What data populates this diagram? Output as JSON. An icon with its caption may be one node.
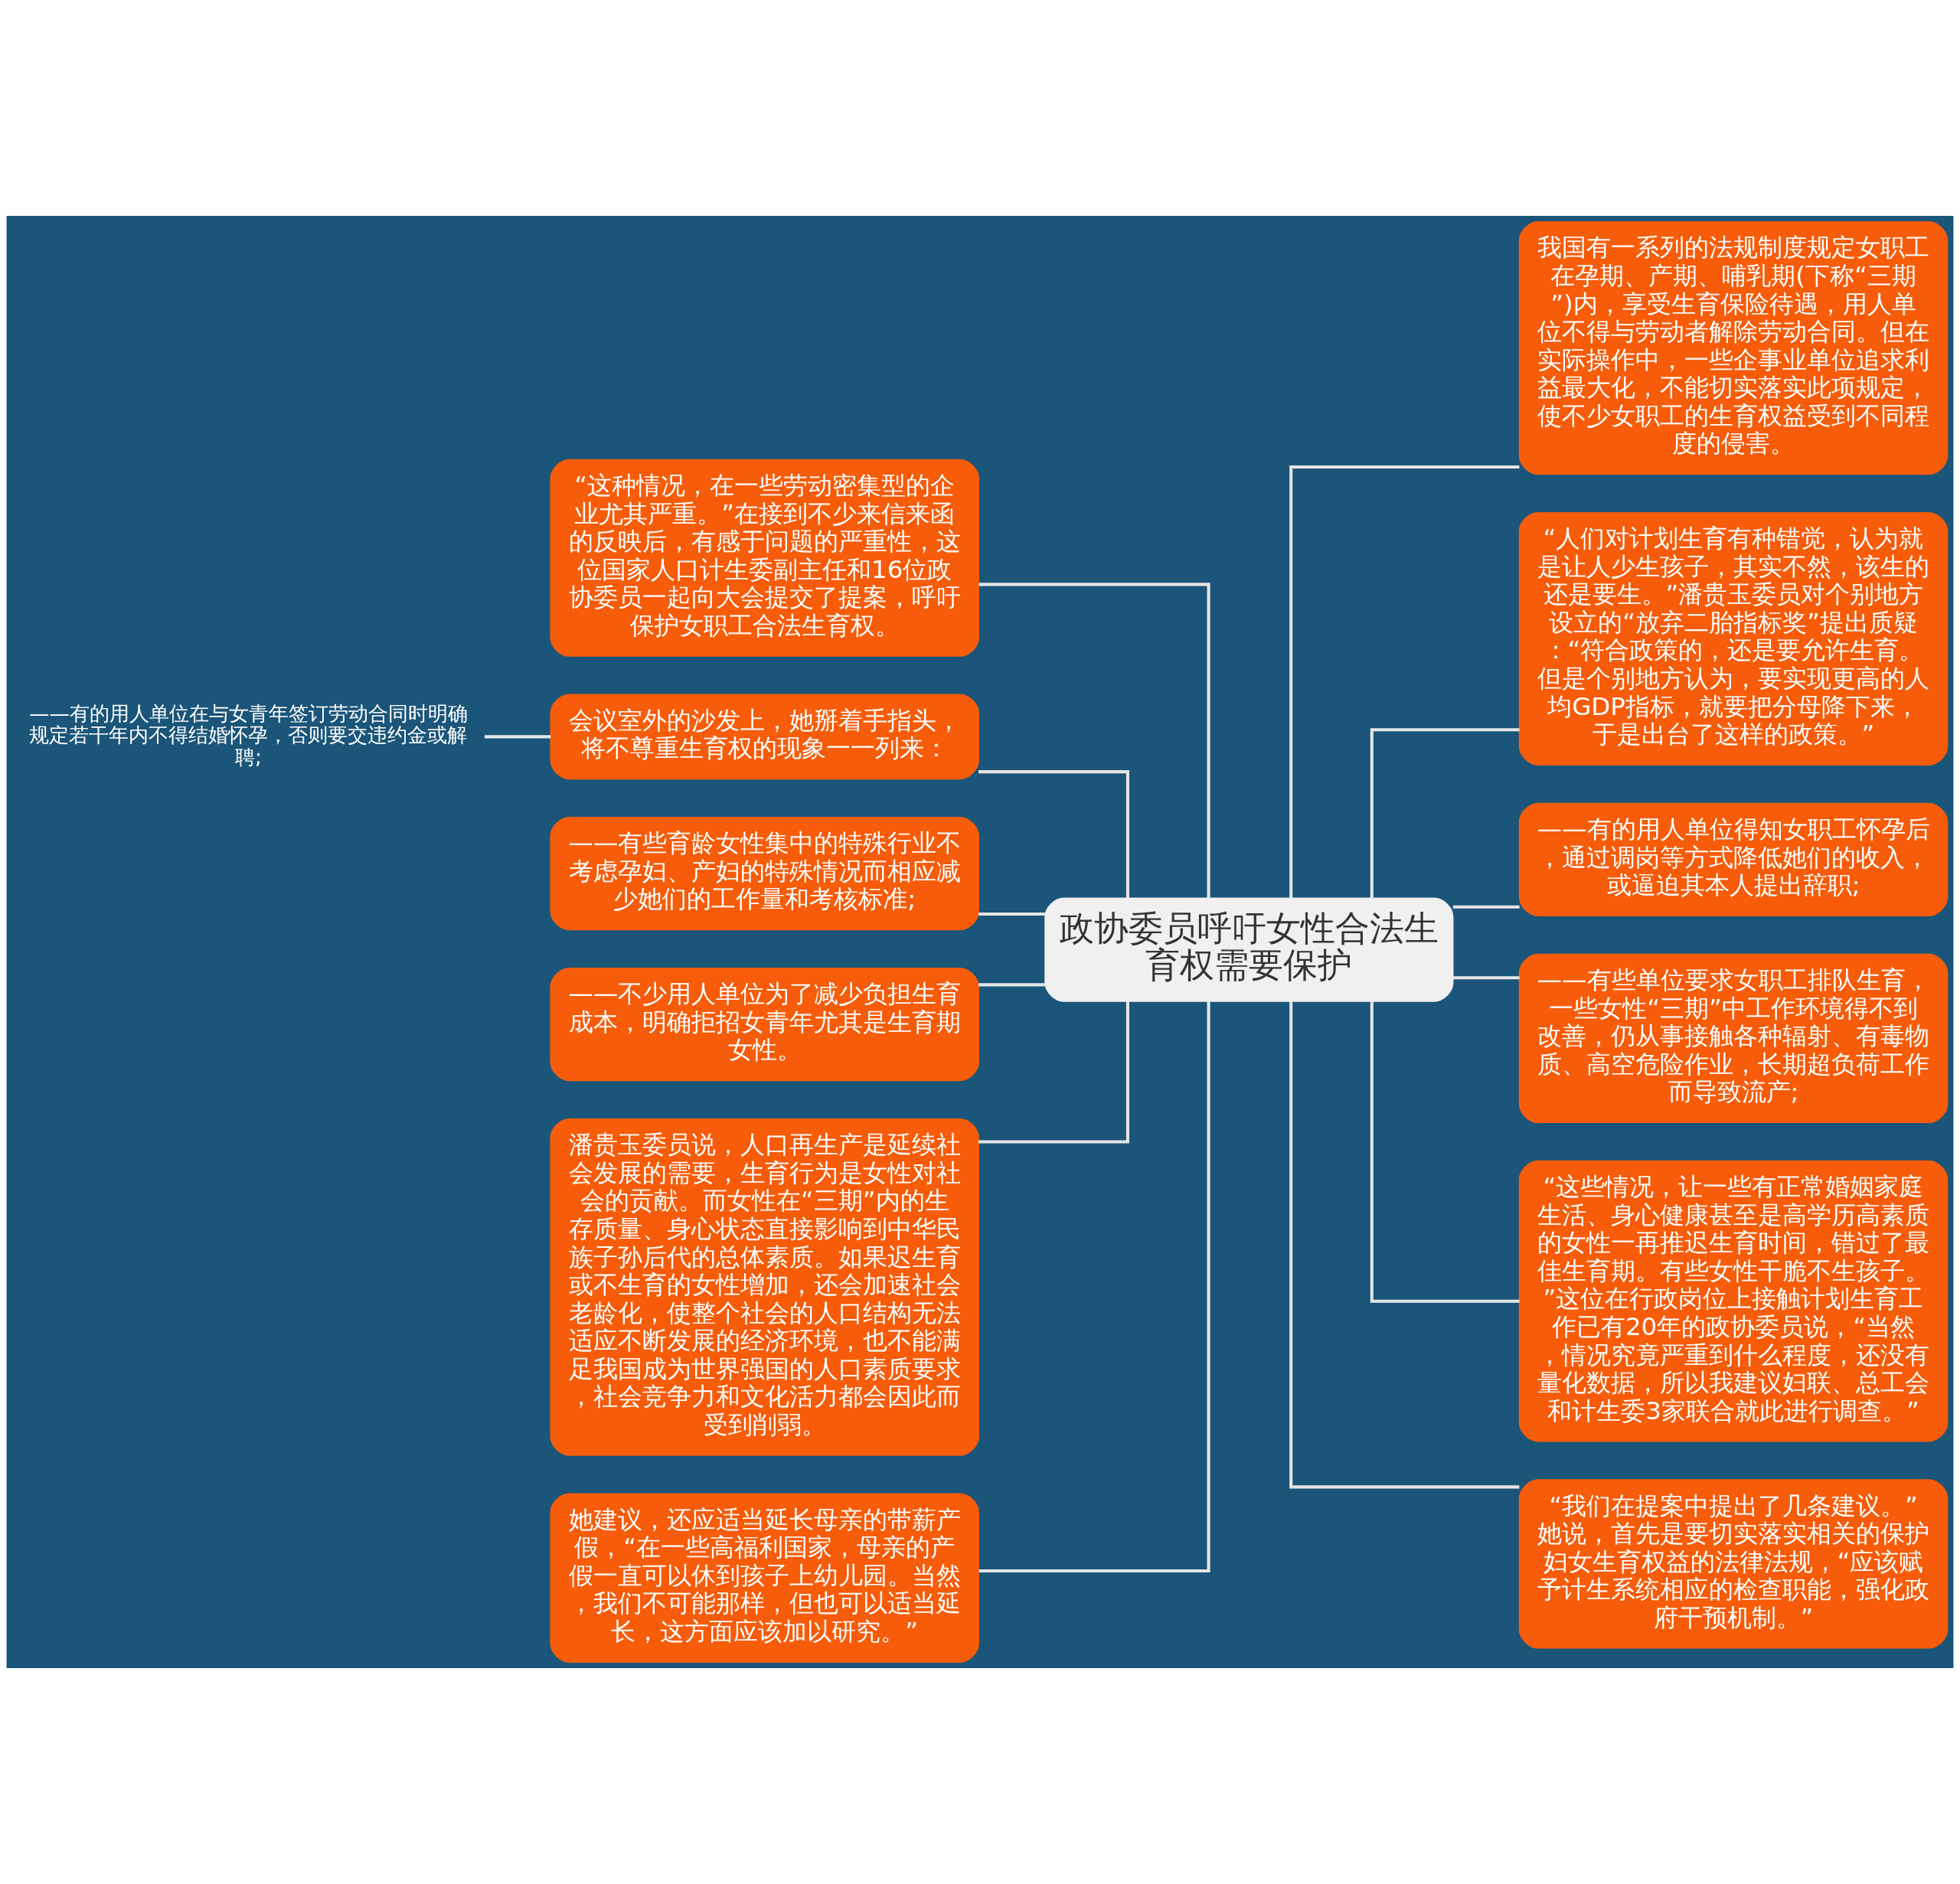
{
  "diagram": {
    "nodes": [
      {
        "text": [
          "政协委员呼吁女性合法生育权需要保护"
        ]
      },
      {
        "text": [
          "“这种情况，在一些劳动密集型的企业尤其严重。”在接到不少来信来函的反映后，有感于问题的严重性，这位国家人口计生委副主任和16位政协委员一起向大会提交了提案，呼吁保护女职工合法生育权。"
        ]
      },
      {
        "text": [
          "会议室外的沙发上，她掰着手指头，将不尊重生育权的现象一一列来："
        ]
      },
      {
        "text": [
          "——有些育龄女性集中的特殊行业不考虑孕妇、产妇的特殊情况而相应减少她们的工作量和考核标准;"
        ]
      },
      {
        "text": [
          "——不少用人单位为了减少负担生育成本，明确拒招女青年尤其是生育期女性。"
        ]
      },
      {
        "text": [
          "潘贵玉委员说，人口再生产是延续社会发展的需要，生育行为是女性对社会的贡献。而女性在“三期”内的生存质量、身心状态直接影响到中华民族子孙后代的总体素质。如果迟生育或不生育的女性增加，还会加速社会老龄化，使整个社会的人口结构无法适应不断发展的经济环境，也不能满足我国成为世界强国的人口素质要求，社会竞争力和文化活力都会因此而受到削弱。"
        ]
      },
      {
        "text": [
          "她建议，还应适当延长母亲的带薪产假，“在一些高福利国家，母亲的产假一直可以休到孩子上幼儿园。当然，我们不可能那样，但也可以适当延长，这方面应该加以研究。”"
        ]
      },
      {
        "text": [
          "——有的用人单位在与女青年签订劳动合同时明确规定若干年内不得结婚怀孕，否则要交违约金或解聘;"
        ]
      },
      {
        "text": [
          "我国有一系列的法规制度规定女职工在孕期、产期、哺乳期(下称“三期”)内，享受生育保险待遇，用人单位不得与劳动者解除劳动合同。但在实际操作中，一些企事业单位追求利益最大化，不能切实落实此项规定，使不少女职工的生育权益受到不同程度的侵害。"
        ]
      },
      {
        "text": [
          "“人们对计划生育有种错觉，认为就是让人少生孩子，其实不然，该生的还是要生。”潘贵玉委员对个别地方设立的“放弃二胎指标奖”提出质疑：“符合政策的，还是要允许生育。但是个别地方认为，要实现更高的人均GDP指标，就要把分母降下来，于是出台了这样的政策。”"
        ]
      },
      {
        "text": [
          "——有的用人单位得知女职工怀孕后，通过调岗等方式降低她们的收入，或逼迫其本人提出辞职;"
        ]
      },
      {
        "text": [
          "——有些单位要求女职工排队生育，一些女性“三期”中工作环境得不到改善，仍从事接触各种辐射、有毒物质、高空危险作业，长期超负荷工作而导致流产;"
        ]
      },
      {
        "text": [
          "“这些情况，让一些有正常婚姻家庭生活、身心健康甚至是高学历高素质的女性一再推迟生育时间，错过了最佳生育期。有些女性干脆不生孩子。”这位在行政岗位上接触计划生育工作已有20年的政协委员说，“当然，情况究竟严重到什么程度，还没有量化数据，所以我建议妇联、总工会和计生委3家联合就此进行调查。”"
        ]
      },
      {
        "text": [
          "“我们在提案中提出了几条建议。”她说，首先是要切实落实相关的保护妇女生育权益的法律法规，“应该赋予计生系统相应的检查职能，强化政府干预机制。”"
        ]
      }
    ],
    "edges": [
      {
        "from": 0,
        "to": 1,
        "arrow": "none"
      },
      {
        "from": 0,
        "to": 2,
        "arrow": "none"
      },
      {
        "from": 0,
        "to": 3,
        "arrow": "none"
      },
      {
        "from": 0,
        "to": 4,
        "arrow": "none"
      },
      {
        "from": 0,
        "to": 5,
        "arrow": "none"
      },
      {
        "from": 0,
        "to": 6,
        "arrow": "none"
      },
      {
        "from": 2,
        "to": 7,
        "arrow": "none"
      },
      {
        "from": 0,
        "to": 8,
        "arrow": "none"
      },
      {
        "from": 0,
        "to": 9,
        "arrow": "none"
      },
      {
        "from": 0,
        "to": 10,
        "arrow": "none"
      },
      {
        "from": 0,
        "to": 11,
        "arrow": "none"
      },
      {
        "from": 0,
        "to": 12,
        "arrow": "none"
      },
      {
        "from": 0,
        "to": 13,
        "arrow": "none"
      }
    ]
  }
}
